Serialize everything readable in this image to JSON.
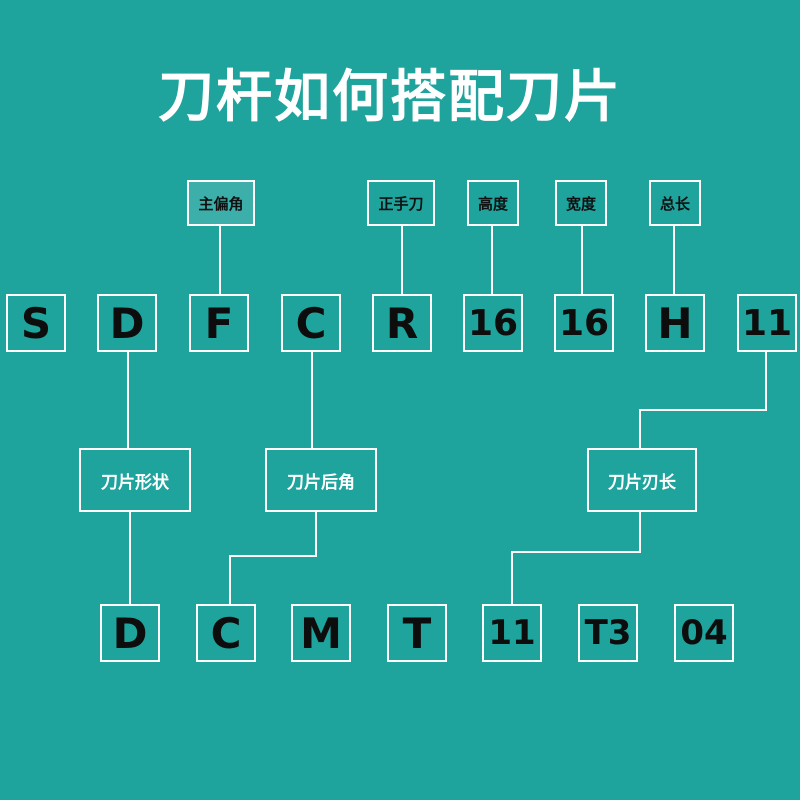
{
  "title": "刀杆如何搭配刀片",
  "holder_code": [
    "S",
    "D",
    "F",
    "C",
    "R",
    "16",
    "16",
    "H",
    "11"
  ],
  "holder_labels": {
    "main_angle": "主偏角",
    "right_hand": "正手刀",
    "height": "高度",
    "width": "宽度",
    "total_length": "总长"
  },
  "mid_labels": {
    "insert_shape": "刀片形状",
    "insert_clearance": "刀片后角",
    "insert_edge_length": "刀片刃长"
  },
  "insert_code": [
    "D",
    "C",
    "M",
    "T",
    "11",
    "T3",
    "04"
  ],
  "colors": {
    "background": "#1fa39d",
    "line": "#ffffff",
    "code_text": "#0d0d0d"
  }
}
